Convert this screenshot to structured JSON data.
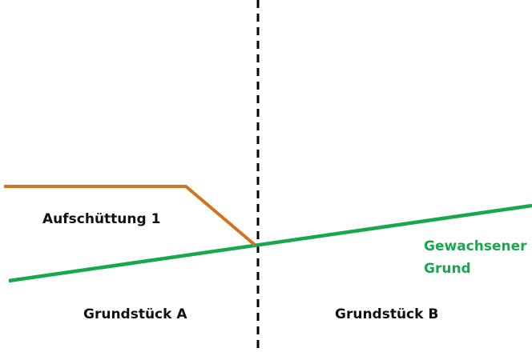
{
  "diagram": {
    "labels": {
      "fill": "Aufschüttung 1",
      "natural_ground_line1": "Gewachsener",
      "natural_ground_line2": "Grund",
      "plot_a": "Grundstück A",
      "plot_b": "Grundstück B"
    },
    "colors": {
      "fill_line": "#d2731f",
      "natural_ground_line": "#16a84a",
      "boundary_line": "#000000",
      "text": "#111111"
    }
  }
}
